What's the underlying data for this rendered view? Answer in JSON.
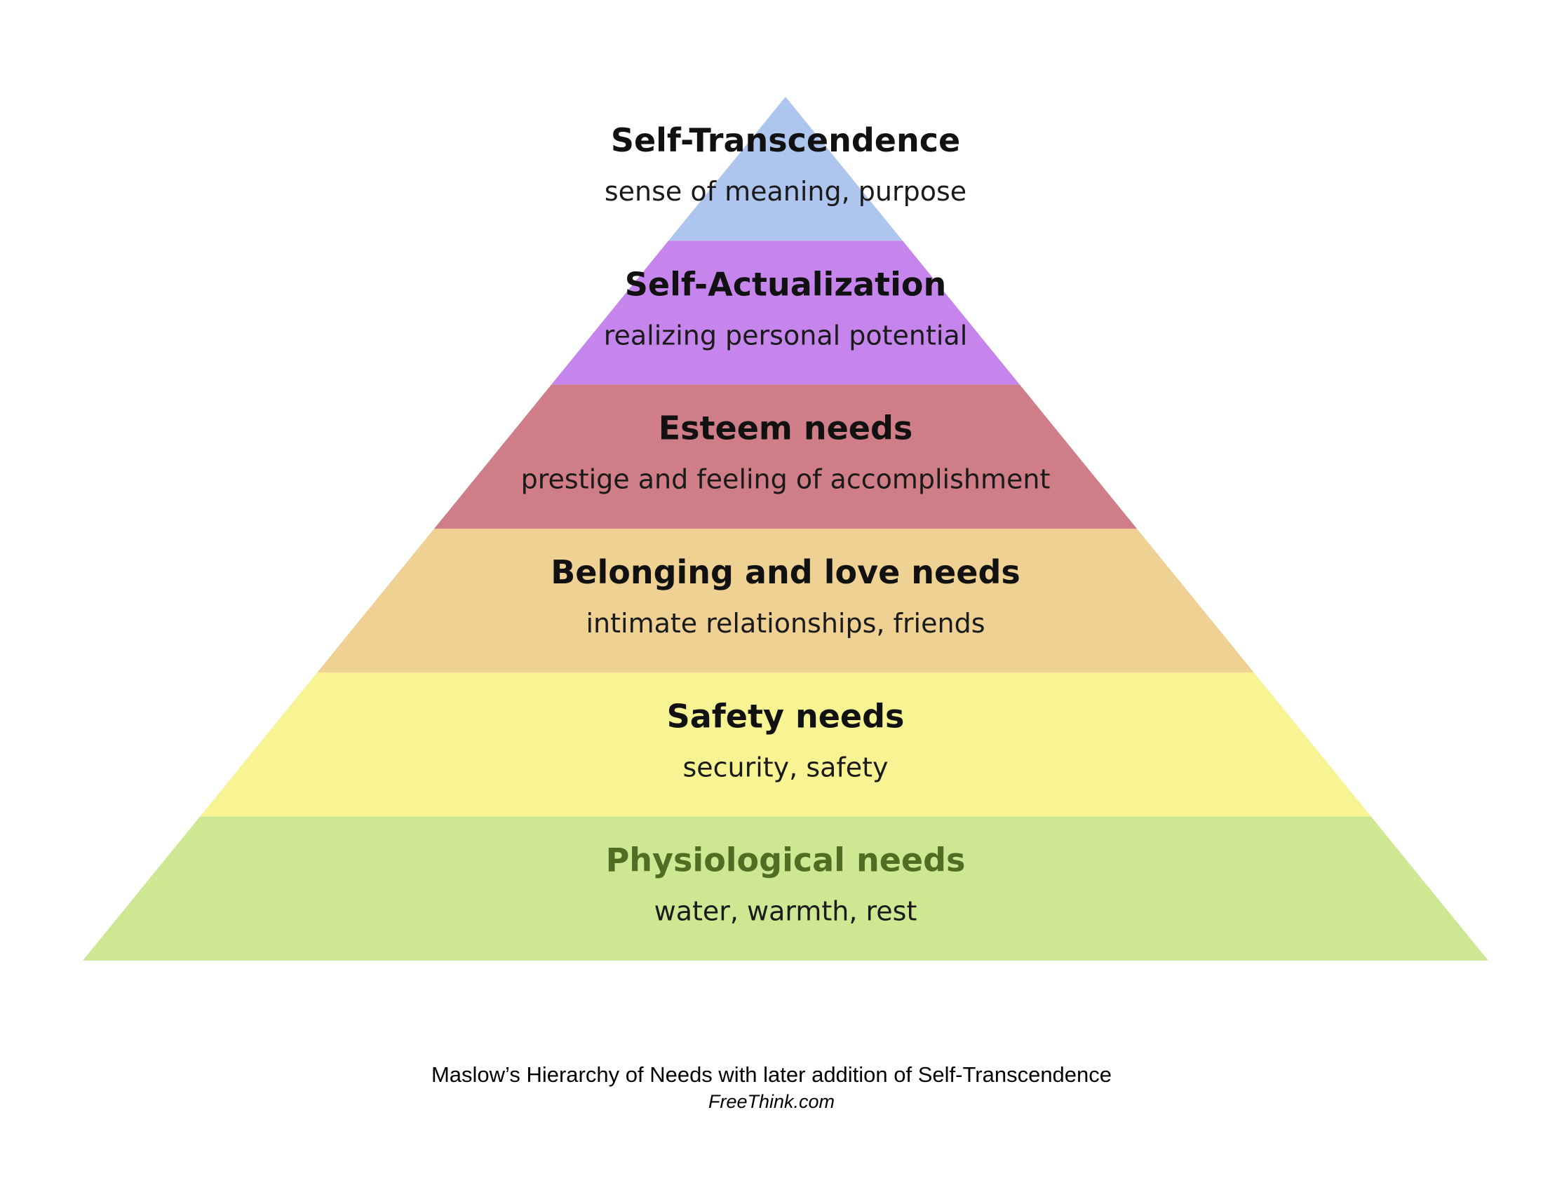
{
  "diagram": {
    "type": "pyramid",
    "tiers": [
      {
        "title": "Self-Transcendence",
        "description": "sense of meaning, purpose",
        "color": "#aec6ee",
        "title_color": "#111111"
      },
      {
        "title": "Self-Actualization",
        "description": "realizing personal potential",
        "color": "#c685ec",
        "title_color": "#111111"
      },
      {
        "title": "Esteem needs",
        "description": "prestige and feeling of accomplishment",
        "color": "#cf7d86",
        "title_color": "#111111"
      },
      {
        "title": "Belonging and love needs",
        "description": "intimate relationships, friends",
        "color": "#eed193",
        "title_color": "#111111"
      },
      {
        "title": "Safety needs",
        "description": "security, safety",
        "color": "#f8f393",
        "title_color": "#111111"
      },
      {
        "title": "Physiological needs",
        "description": "water, warmth, rest",
        "color": "#cde792",
        "title_color": "#4f6e23"
      }
    ]
  },
  "caption": {
    "main": "Maslow’s Hierarchy of Needs with later addition of Self-Transcendence",
    "source": "FreeThink.com"
  }
}
